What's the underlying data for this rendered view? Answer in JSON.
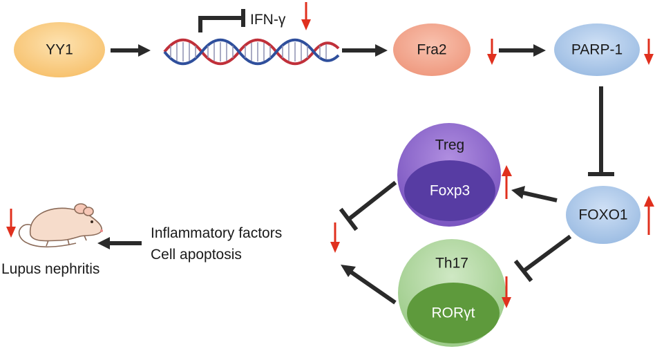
{
  "nodes": {
    "yy1": "YY1",
    "ifng": "IFN-γ",
    "fra2": "Fra2",
    "parp1": "PARP-1",
    "foxo1": "FOXO1",
    "treg": "Treg",
    "foxp3": "Foxp3",
    "th17": "Th17",
    "rorgt": "RORγt"
  },
  "outcomes": {
    "line1": "Inflammatory factors",
    "line2": "Cell apoptosis",
    "disease": "Lupus nephritis"
  },
  "colors": {
    "yy1": "#f9c97e",
    "fra2": "#f3a58e",
    "blue_node": "#a9c6e8",
    "treg_outer": "#8a63c9",
    "treg_inner": "#5a3fa6",
    "th17_outer": "#a8d49a",
    "th17_inner": "#5f9e3e",
    "arrow": "#2a2a2a",
    "red_arrow": "#e0301e",
    "dna_red": "#c0303a",
    "dna_blue": "#2f4f9c"
  },
  "icons": [
    "down-arrow-icon",
    "up-arrow-icon",
    "dna-icon",
    "mouse-icon",
    "inhibition-icon"
  ]
}
